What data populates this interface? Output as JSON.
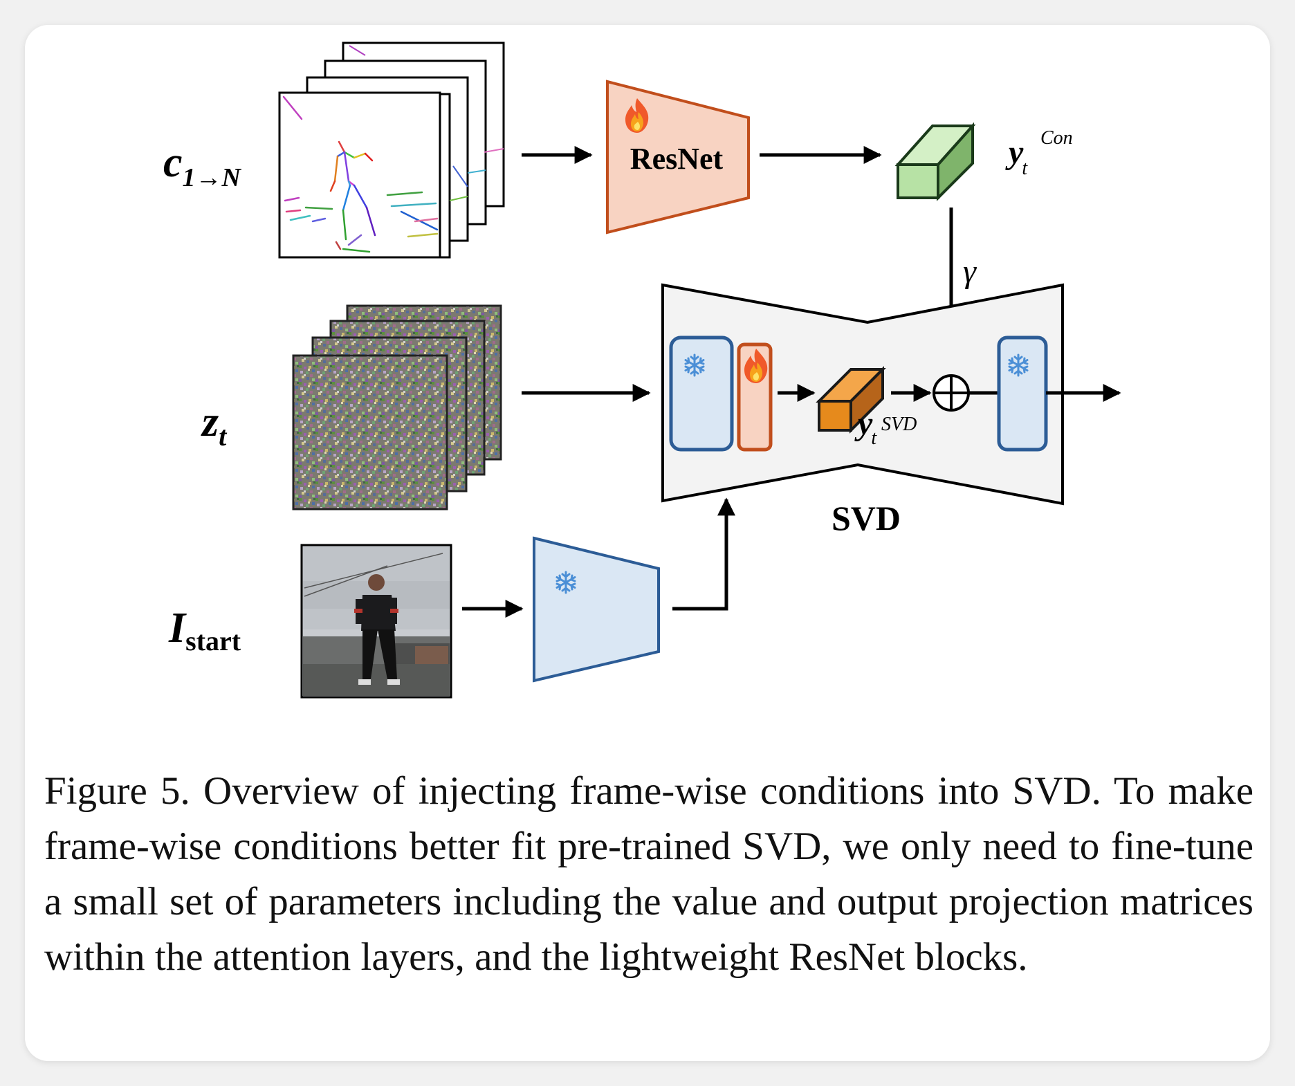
{
  "figure": {
    "inputs": {
      "cond": {
        "main": "c",
        "sub": "1→N"
      },
      "latent": {
        "main": "z",
        "sub": "t"
      },
      "image": {
        "main": "I",
        "sub": "start"
      }
    },
    "resnet_label": "ResNet",
    "y_con": {
      "main": "y",
      "sub": "t",
      "sup": "Con"
    },
    "y_svd": {
      "main": "y",
      "sub": "t",
      "sup": "SVD"
    },
    "gamma": "γ",
    "svd_label": "SVD",
    "icons": {
      "trainable": "fire-icon",
      "frozen": "snowflake-icon",
      "add": "circled-plus"
    },
    "colors": {
      "trainable_fill": "#f8d3c2",
      "trainable_stroke": "#c14e1c",
      "frozen_fill": "#dae7f4",
      "frozen_stroke": "#2c5c96",
      "feature_green": "#b7e2a5",
      "feature_orange": "#e68a1c",
      "svd_fill": "#f3f3f3"
    }
  },
  "caption": {
    "label": "Figure 5.",
    "text": "Overview of injecting frame-wise conditions into SVD. To make frame-wise conditions better fit pre-trained SVD, we only need to fine-tune a small set of parameters including the value and output projection matrices within the attention layers, and the lightweight ResNet blocks."
  }
}
